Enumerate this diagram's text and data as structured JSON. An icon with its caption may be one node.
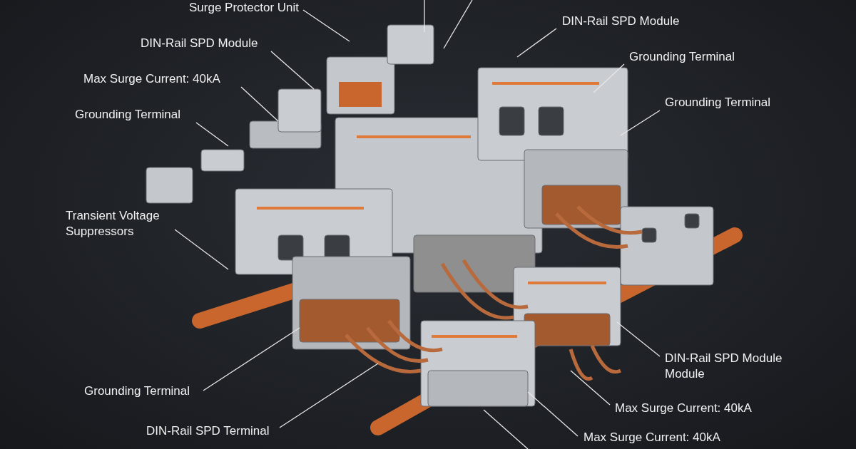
{
  "diagram": {
    "nodes": [
      {
        "text": [
          "Surge Protector Unit"
        ]
      },
      {
        "text": [
          "DIN-Rail SPD Module"
        ]
      },
      {
        "text": [
          "Max Surge Current: 40kA"
        ]
      },
      {
        "text": [
          "Grounding Terminal"
        ]
      },
      {
        "text": [
          "Transient Voltage Suppressors"
        ]
      },
      {
        "text": [
          "DIN-Rail SPD Module"
        ]
      },
      {
        "text": [
          "Grounding Terminal"
        ]
      },
      {
        "text": [
          "Grounding Terminal"
        ]
      },
      {
        "text": [
          "Grounding Terminal"
        ]
      },
      {
        "text": [
          "DIN-Rail SPD Terminal"
        ]
      },
      {
        "text": [
          "DIN-Rail SPD Module Module"
        ]
      },
      {
        "text": [
          "Max Surge Current: 40kA"
        ]
      },
      {
        "text": [
          "Max Surge Current: 40kA"
        ]
      }
    ],
    "edges": [
      {
        "from": 0,
        "to": null,
        "arrow": "none"
      },
      {
        "from": 1,
        "to": null,
        "arrow": "none"
      },
      {
        "from": 2,
        "to": null,
        "arrow": "none"
      },
      {
        "from": 3,
        "to": null,
        "arrow": "none"
      },
      {
        "from": 4,
        "to": null,
        "arrow": "none"
      },
      {
        "from": 5,
        "to": null,
        "arrow": "none"
      },
      {
        "from": 6,
        "to": null,
        "arrow": "none"
      },
      {
        "from": 7,
        "to": null,
        "arrow": "none"
      },
      {
        "from": 8,
        "to": null,
        "arrow": "none"
      },
      {
        "from": 9,
        "to": null,
        "arrow": "none"
      },
      {
        "from": 10,
        "to": null,
        "arrow": "none"
      },
      {
        "from": 11,
        "to": null,
        "arrow": "none"
      },
      {
        "from": 12,
        "to": null,
        "arrow": "none"
      }
    ]
  }
}
